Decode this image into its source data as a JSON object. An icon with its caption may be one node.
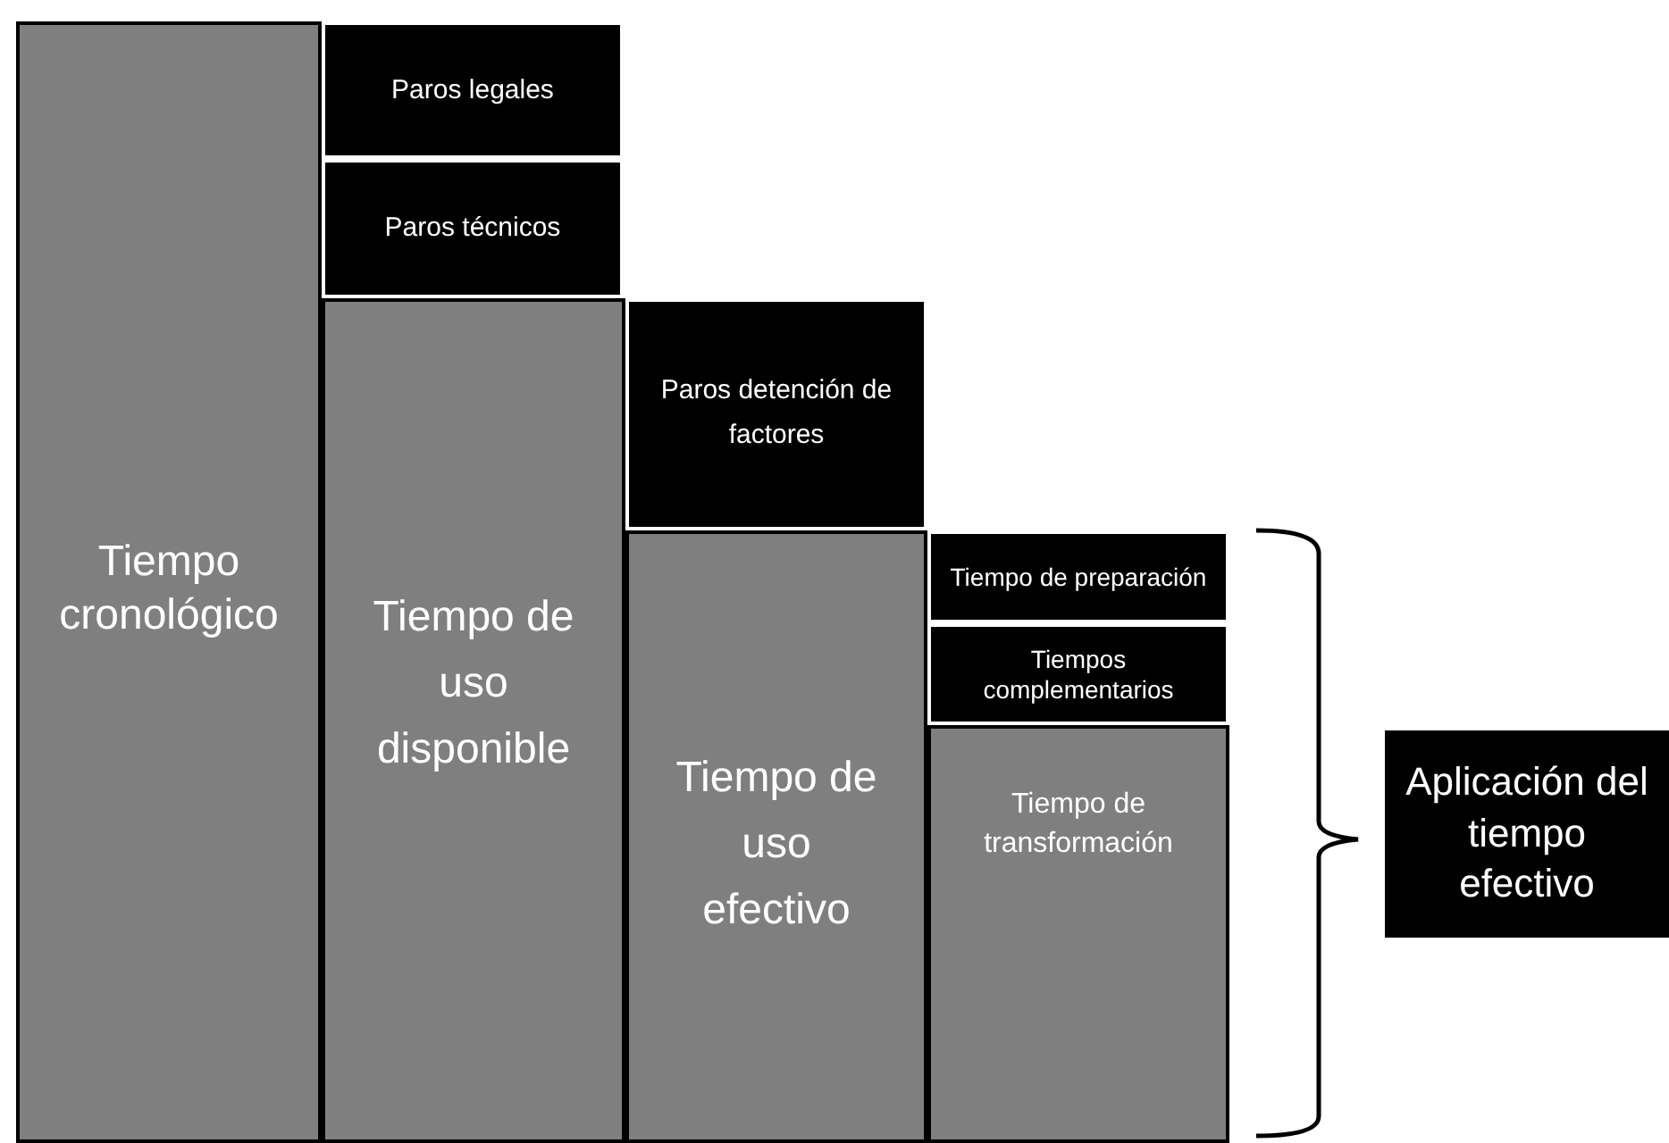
{
  "diagram": {
    "nodes": [
      {
        "text": [
          "Tiempo cronológico"
        ]
      },
      {
        "text": [
          "Paros legales"
        ]
      },
      {
        "text": [
          "Paros técnicos"
        ]
      },
      {
        "text": [
          "Tiempo de uso disponible"
        ]
      },
      {
        "text": [
          "Paros detención de factores"
        ]
      },
      {
        "text": [
          "Tiempo de uso efectivo"
        ]
      },
      {
        "text": [
          "Tiempo de preparación"
        ]
      },
      {
        "text": [
          "Tiempos complementarios"
        ]
      },
      {
        "text": [
          "Tiempo de transformación"
        ]
      },
      {
        "text": [
          "Aplicación del tiempo efectivo"
        ]
      }
    ]
  }
}
